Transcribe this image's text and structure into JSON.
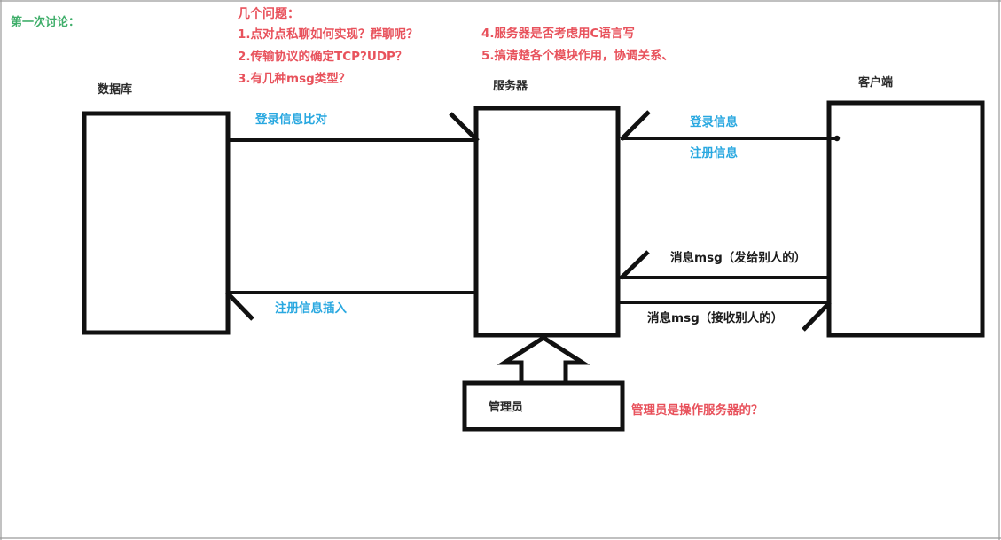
{
  "diagram": {
    "title_note": "第一次讨论：",
    "questions_header": "几个问题：",
    "questions_left": [
      "1.点对点私聊如何实现？群聊呢？",
      "2.传输协议的确定TCP?UDP？",
      "3.有几种msg类型？"
    ],
    "questions_right": [
      "4.服务器是否考虑用C语言写",
      "5.搞清楚各个模块作用，协调关系、"
    ],
    "nodes": [
      {
        "id": "database",
        "label": "数据库"
      },
      {
        "id": "server",
        "label": "服务器"
      },
      {
        "id": "client",
        "label": "客户端"
      },
      {
        "id": "admin",
        "label": "管理员"
      }
    ],
    "edges": [
      {
        "id": "login-compare",
        "label": "登录信息比对",
        "color": "#29a8e0",
        "from": "database",
        "to": "server"
      },
      {
        "id": "register-insert",
        "label": "注册信息插入",
        "color": "#29a8e0",
        "from": "server",
        "to": "database"
      },
      {
        "id": "login-info",
        "label": "登录信息",
        "color": "#29a8e0",
        "from": "client",
        "to": "server"
      },
      {
        "id": "register-info",
        "label": "注册信息",
        "color": "#29a8e0",
        "from": "client",
        "to": "server"
      },
      {
        "id": "msg-send",
        "label": "消息msg（发给别人的）",
        "color": "#1a1a1a",
        "from": "client",
        "to": "server"
      },
      {
        "id": "msg-receive",
        "label": "消息msg（接收别人的）",
        "color": "#1a1a1a",
        "from": "server",
        "to": "client"
      },
      {
        "id": "admin-operates",
        "label": "",
        "color": "#000000",
        "from": "admin",
        "to": "server"
      }
    ],
    "admin_note": "管理员是操作服务器的？",
    "colors": {
      "green": "#3fae6a",
      "red": "#e8525c",
      "blue": "#29a8e0",
      "black": "#1a1a1a",
      "stroke": "#000000",
      "background": "#ffffff"
    }
  }
}
